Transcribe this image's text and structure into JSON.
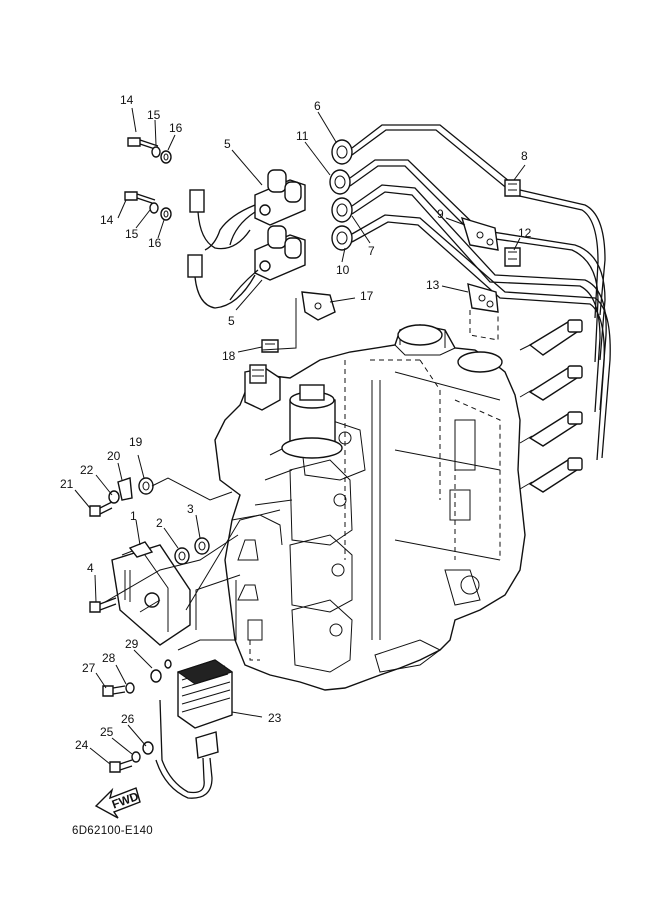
{
  "diagram": {
    "drawing_code": "6D62100-E140",
    "fwd_label": "FWD",
    "callouts": [
      "1",
      "2",
      "3",
      "4",
      "5",
      "5",
      "6",
      "7",
      "8",
      "9",
      "10",
      "11",
      "12",
      "13",
      "14",
      "14",
      "15",
      "15",
      "16",
      "16",
      "17",
      "18",
      "19",
      "20",
      "21",
      "22",
      "23",
      "24",
      "25",
      "26",
      "27",
      "28",
      "29"
    ]
  }
}
